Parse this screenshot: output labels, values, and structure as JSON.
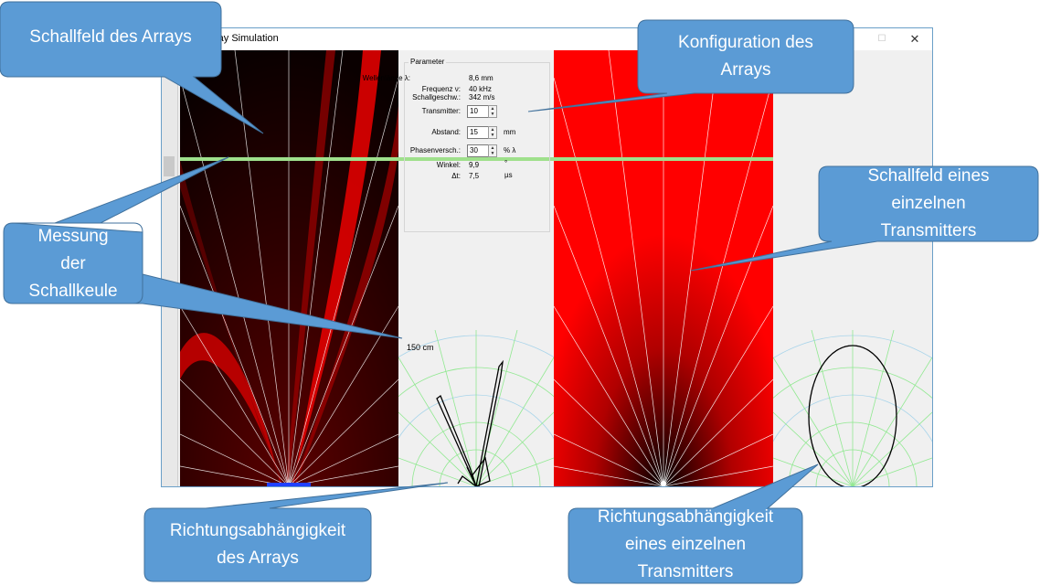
{
  "window": {
    "title": "ray Simulation",
    "minimize_icon": "minimize-icon",
    "maximize_icon": "maximize-icon",
    "close_icon": "close-icon",
    "close_glyph": "✕",
    "maximize_glyph": "☐"
  },
  "parameters": {
    "legend": "Parameter",
    "wavelength_label": "Wellenlänge λ:",
    "wavelength_value": "8,6 mm",
    "frequency_label": "Frequenz ν:",
    "frequency_value": "40 kHz",
    "sound_speed_label": "Schallgeschw.:",
    "sound_speed_value": "342 m/s",
    "transmitter_label": "Transmitter:",
    "transmitter_value": "10",
    "distance_label": "Abstand:",
    "distance_value": "15",
    "distance_unit": "mm",
    "phase_label": "Phasenversch.:",
    "phase_value": "30",
    "phase_unit": "% λ",
    "angle_label": "Winkel:",
    "angle_value": "9,9",
    "angle_unit": "°",
    "delta_t_label": "Δt:",
    "delta_t_value": "7,5",
    "delta_t_unit": "µs"
  },
  "measurement_range": "150 cm",
  "colors": {
    "callout_fill": "#5b9bd5",
    "callout_border": "#41719c",
    "measure_line": "#9fe08c",
    "field_red": "#ff0000",
    "grid_green": "#90e890"
  },
  "callouts": {
    "array_field": "Schallfeld des Arrays",
    "config_line1": "Konfiguration des",
    "config_line2": "Arrays",
    "measure_line1": "Messung",
    "measure_line2": "der",
    "measure_line3": "Schallkeule",
    "single_line1": "Schallfeld eines",
    "single_line2": "einzelnen",
    "single_line3": "Transmitters",
    "array_dir_line1": "Richtungsabhängigkeit",
    "array_dir_line2": "des Arrays",
    "single_dir_line1": "Richtungsabhängigkeit",
    "single_dir_line2": "eines einzelnen",
    "single_dir_line3": "Transmitters"
  }
}
